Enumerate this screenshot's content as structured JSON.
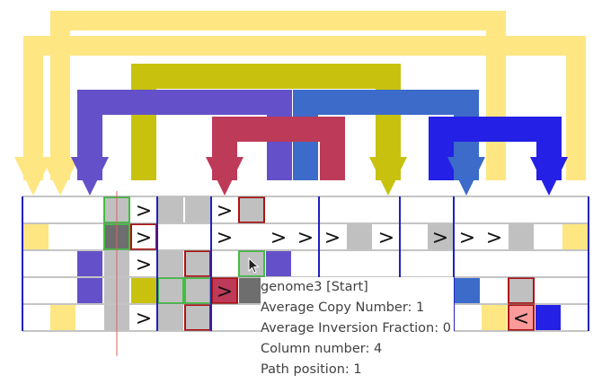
{
  "colors": {
    "yellow": "#fee682",
    "olive": "#c8c20f",
    "purple": "#6451c9",
    "crimson": "#bd3a58",
    "steel_blue": "#3d6bca",
    "bright_blue": "#2420e6",
    "grid_line": "#2020c0",
    "cell_gray": "#c0c0c0",
    "cell_dark": "#6e6e6e",
    "cell_pink": "#fc9a9a",
    "outline_red": "#b01010",
    "outline_green": "#40c040",
    "position_line": "#e06060"
  },
  "path_text": {
    "forward_symbol": ">",
    "reverse_symbol": "<"
  },
  "tooltip": {
    "line1": "genome3 [Start]",
    "line2": "Average Copy Number: 1",
    "line3": "Average Inversion Fraction: 0",
    "line4": "Column number: 4",
    "line5": "Path position: 1"
  },
  "icons": {
    "cursor": "mouse-pointer-icon"
  }
}
